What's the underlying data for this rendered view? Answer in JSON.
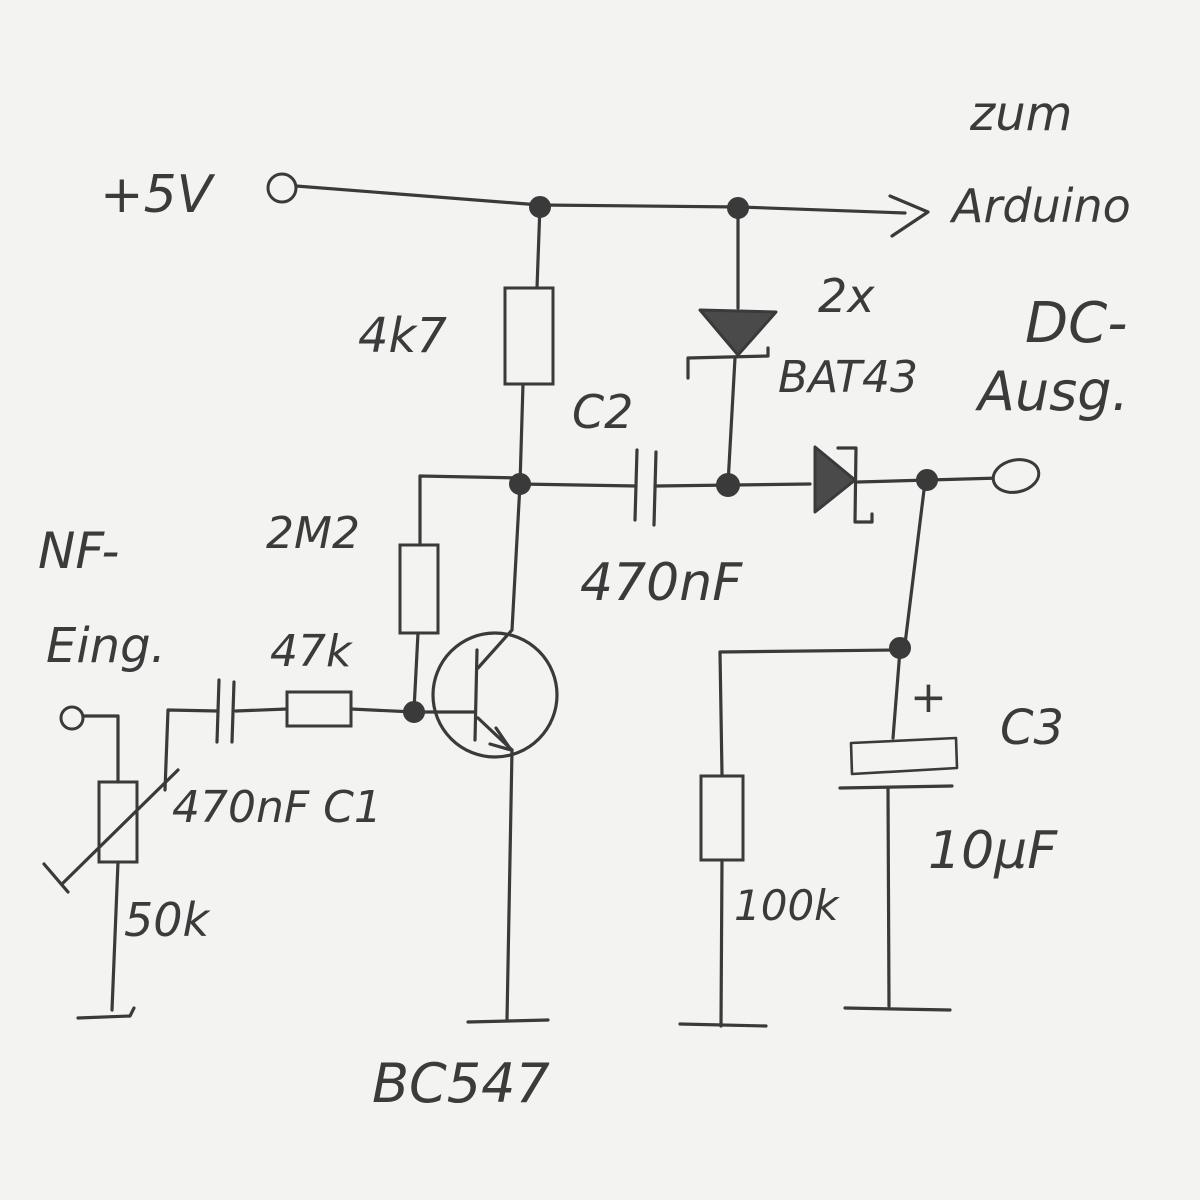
{
  "labels": {
    "supply": "+5V",
    "to_arduino_line1": "zum",
    "to_arduino_line2": "Arduino",
    "r_collector": "4k7",
    "diode_count": "2x",
    "diode_type": "BAT43",
    "dc_out_line1": "DC-",
    "dc_out_line2": "Ausg.",
    "c2_name": "C2",
    "c2_value": "470nF",
    "nf_in_line1": "NF-",
    "nf_in_line2": "Eing.",
    "r_bias": "2M2",
    "r_base": "47k",
    "c1_label": "470nF C1",
    "pot_value": "50k",
    "r_load": "100k",
    "c3_plus": "+",
    "c3_name": "C3",
    "c3_value": "10µF",
    "transistor": "BC547"
  },
  "colors": {
    "paper": "#f3f3f1",
    "pencil": "#3a3a3a"
  }
}
